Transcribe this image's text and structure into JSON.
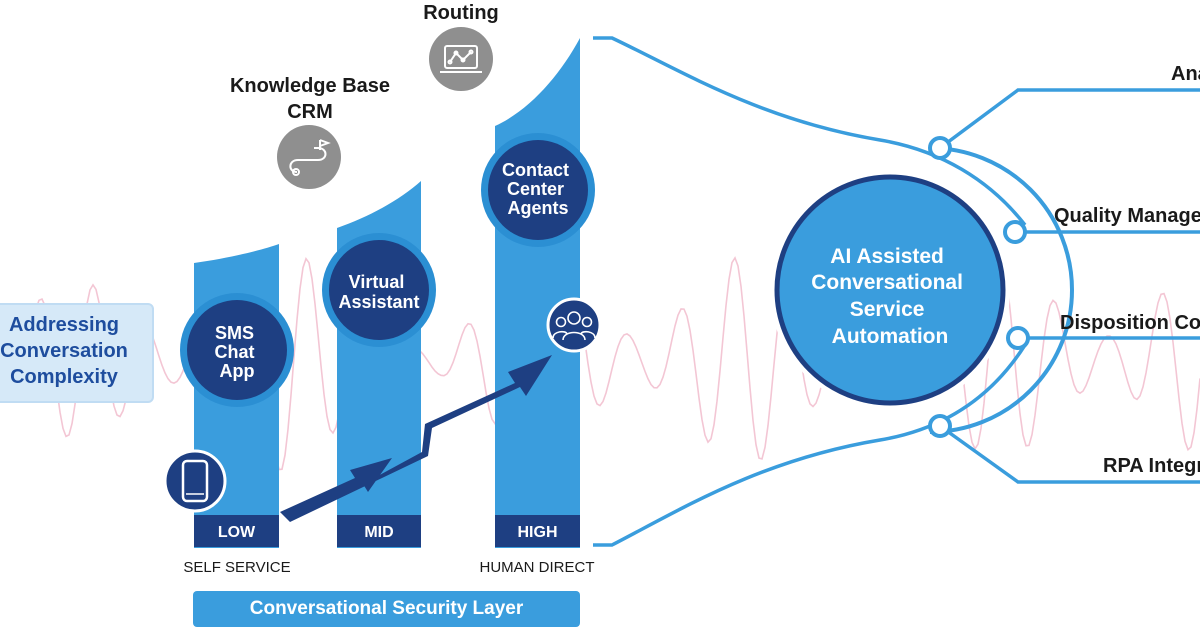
{
  "colors": {
    "bar": "#3a9ddd",
    "bar_dark": "#2b8fd3",
    "navy": "#1e3f82",
    "wave": "#f3c6d4",
    "gray_icon": "#8f8f8f",
    "side_box": "#d6e9f8",
    "side_text": "#1e4d9e"
  },
  "side_label": "Addressing\nConversation\nComplexity",
  "tiers": [
    {
      "label": "LOW",
      "circle_lines": [
        "SMS",
        "Chat",
        "App"
      ],
      "icon": "smartphone-icon"
    },
    {
      "label": "MID",
      "circle_lines": [
        "Virtual",
        "Assistant"
      ]
    },
    {
      "label": "HIGH",
      "circle_lines": [
        "Contact",
        "Center",
        "Agents"
      ],
      "icon": "agents-group-icon"
    }
  ],
  "bottom_labels": {
    "left": "SELF SERVICE",
    "right": "HUMAN DIRECT"
  },
  "top_labels": {
    "routing": "Routing",
    "knowledge": "Knowledge Base",
    "crm": "CRM"
  },
  "top_icons": [
    "laptop-routing-icon",
    "route-path-icon"
  ],
  "security_layer": "Conversational Security Layer",
  "center_circle_lines": [
    "AI  Assisted",
    "Conversational",
    "Service",
    "Automation"
  ],
  "right_branches": [
    {
      "label": "Analytics"
    },
    {
      "label": "Quality Management"
    },
    {
      "label": "Disposition Codes"
    },
    {
      "label": "RPA Integration"
    }
  ]
}
